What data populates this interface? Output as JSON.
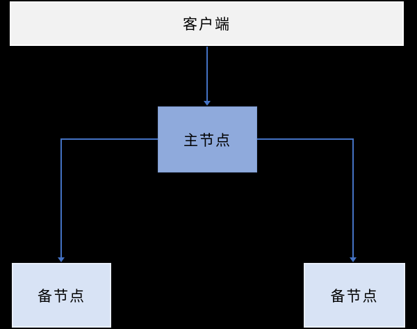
{
  "diagram": {
    "title": "master-backup-topology",
    "nodes": {
      "client": {
        "label": "客户端"
      },
      "master": {
        "label": "主节点"
      },
      "backup_left": {
        "label": "备节点"
      },
      "backup_right": {
        "label": "备节点"
      }
    },
    "edges": [
      {
        "from": "client",
        "to": "master",
        "style": "straight-arrow"
      },
      {
        "from": "master",
        "to": "backup_left",
        "style": "elbow-arrow"
      },
      {
        "from": "master",
        "to": "backup_right",
        "style": "elbow-arrow"
      }
    ],
    "colors": {
      "background": "#000000",
      "client_fill": "#f2f2f2",
      "client_border": "#ffffff",
      "master_fill": "#8faadc",
      "master_border": "#7d9ad0",
      "backup_fill": "#d8e3f5",
      "backup_border": "#e9effb",
      "connector": "#4472c4",
      "text": "#000000"
    }
  }
}
